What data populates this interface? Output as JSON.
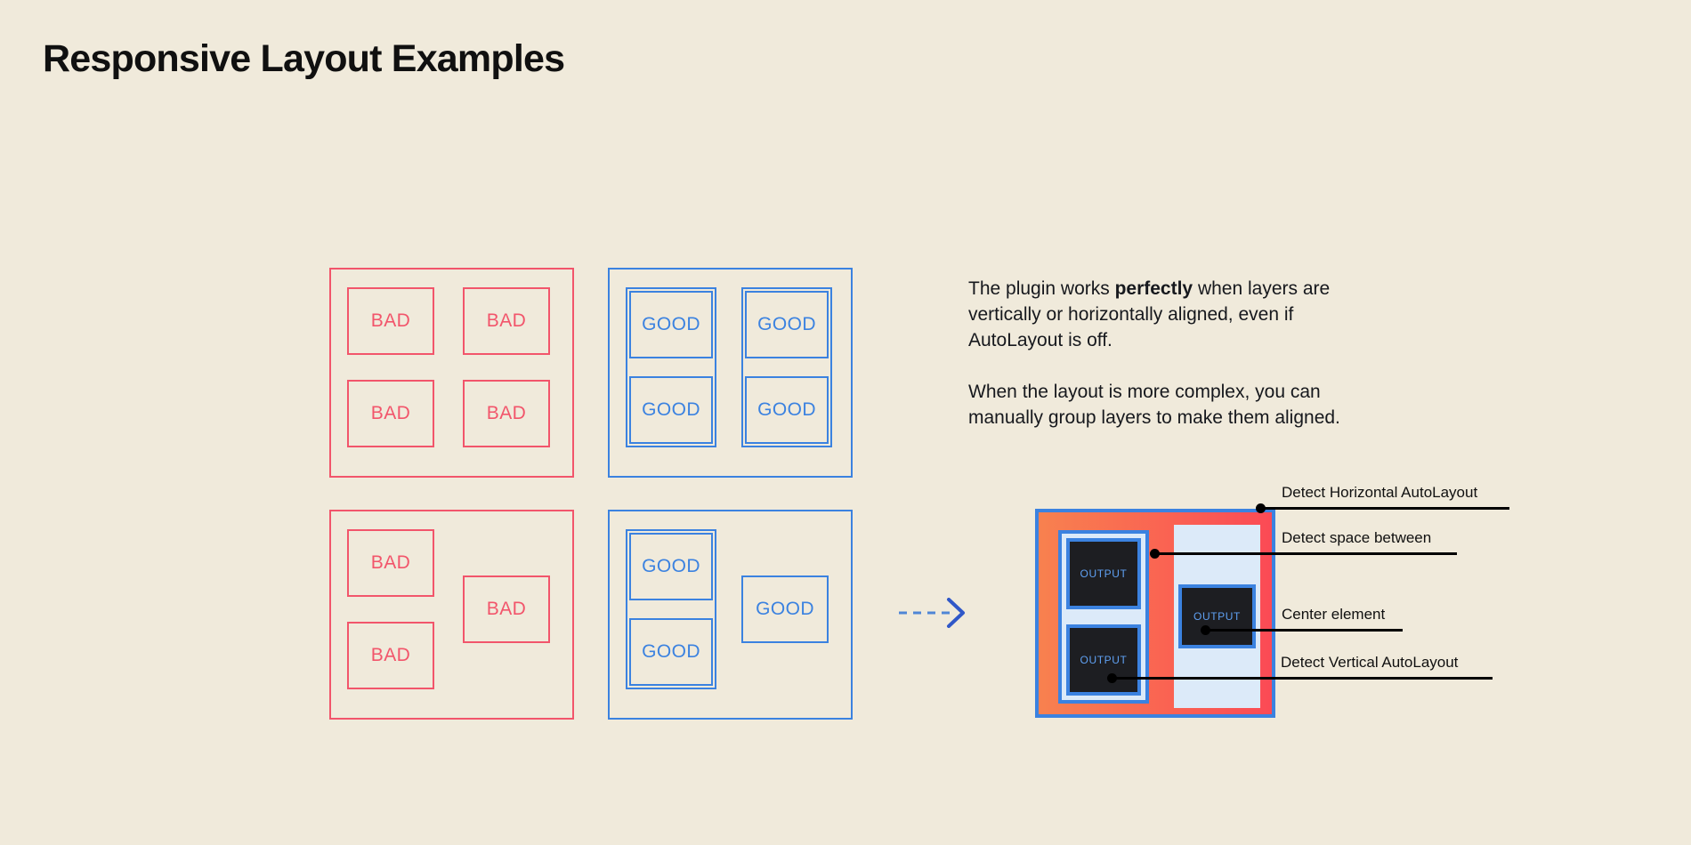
{
  "page": {
    "title": "Responsive Layout Examples",
    "background_color": "#F0EADB"
  },
  "colors": {
    "bad": "#F2556B",
    "good": "#3B82E0",
    "text": "#101010",
    "diagram_gradient_start": "#F8814F",
    "diagram_gradient_end": "#FB4A55",
    "diagram_group_fill": "#DCEAF9",
    "output_box_fill": "#1D1E22",
    "output_box_text": "#5FA0F2",
    "arrow": "#3B82E0"
  },
  "examples": {
    "bad_label": "BAD",
    "good_label": "GOOD",
    "panels": [
      {
        "name": "bad-grid",
        "kind": "bad",
        "cells": [
          {
            "label": "BAD"
          },
          {
            "label": "BAD"
          },
          {
            "label": "BAD"
          },
          {
            "label": "BAD"
          }
        ]
      },
      {
        "name": "good-grid",
        "kind": "good",
        "groups": [
          {
            "cells": [
              {
                "label": "GOOD"
              },
              {
                "label": "GOOD"
              }
            ]
          },
          {
            "cells": [
              {
                "label": "GOOD"
              },
              {
                "label": "GOOD"
              }
            ]
          }
        ]
      },
      {
        "name": "bad-free",
        "kind": "bad",
        "cells": [
          {
            "label": "BAD"
          },
          {
            "label": "BAD"
          },
          {
            "label": "BAD"
          }
        ]
      },
      {
        "name": "good-free",
        "kind": "good",
        "groups": [
          {
            "cells": [
              {
                "label": "GOOD"
              },
              {
                "label": "GOOD"
              }
            ]
          }
        ],
        "cells": [
          {
            "label": "GOOD"
          }
        ]
      }
    ]
  },
  "arrow": {
    "icon": "arrow-right-dashed-icon",
    "direction": "right",
    "style": "dashed"
  },
  "copy": {
    "paragraph_1": {
      "part_1": "The plugin works ",
      "emphasis": "perfectly",
      "part_2": " when layers are vertically or horizontally aligned, even if AutoLayout is off."
    },
    "paragraph_2": "When the layout is more complex, you can manually group layers to make them aligned."
  },
  "diagram": {
    "output_label": "OUTPUT",
    "left_group": {
      "boxes": [
        {
          "label": "OUTPUT"
        },
        {
          "label": "OUTPUT"
        }
      ]
    },
    "right_column": {
      "boxes": [
        {
          "label": "OUTPUT"
        }
      ]
    },
    "callouts": [
      {
        "name": "detect-horizontal-autolayout",
        "label": "Detect Horizontal AutoLayout"
      },
      {
        "name": "detect-space-between",
        "label": "Detect space between"
      },
      {
        "name": "center-element",
        "label": "Center element"
      },
      {
        "name": "detect-vertical-autolayout",
        "label": "Detect Vertical AutoLayout"
      }
    ]
  }
}
